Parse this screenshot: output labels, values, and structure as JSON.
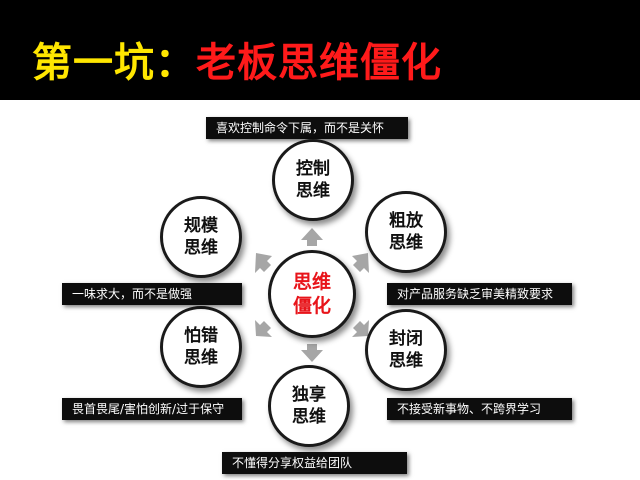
{
  "title": {
    "part1": "第一坑：",
    "part2": "老板思维僵化"
  },
  "center": {
    "label": "思维僵化"
  },
  "nodes": [
    {
      "id": "control",
      "label": "控制思维",
      "note": "喜欢控制命令下属，而不是关怀"
    },
    {
      "id": "rough",
      "label": "粗放思维",
      "note": "对产品服务缺乏审美精致要求"
    },
    {
      "id": "closed",
      "label": "封闭思维",
      "note": "不接受新事物、不跨界学习"
    },
    {
      "id": "exclusive",
      "label": "独享思维",
      "note": "不懂得分享权益给团队"
    },
    {
      "id": "fear",
      "label": "怕错思维",
      "note": "畏首畏尾/害怕创新/过于保守"
    },
    {
      "id": "scale",
      "label": "规模思维",
      "note": "一味求大，而不是做强"
    }
  ],
  "colors": {
    "title_yellow": "#ffe600",
    "title_red": "#ff1a1a",
    "center_text": "#e8141a",
    "arrow_gray": "#a6a6a6",
    "tag_bg": "#0d0d0d"
  }
}
